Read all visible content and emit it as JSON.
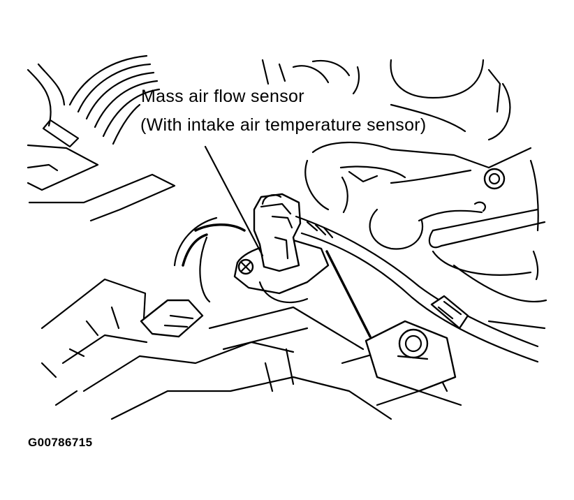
{
  "callout": {
    "line1": "Mass air flow sensor",
    "line2": "(With intake air temperature sensor)"
  },
  "figure_id": "G00786715",
  "colors": {
    "ink": "#000000",
    "paper": "#ffffff"
  }
}
